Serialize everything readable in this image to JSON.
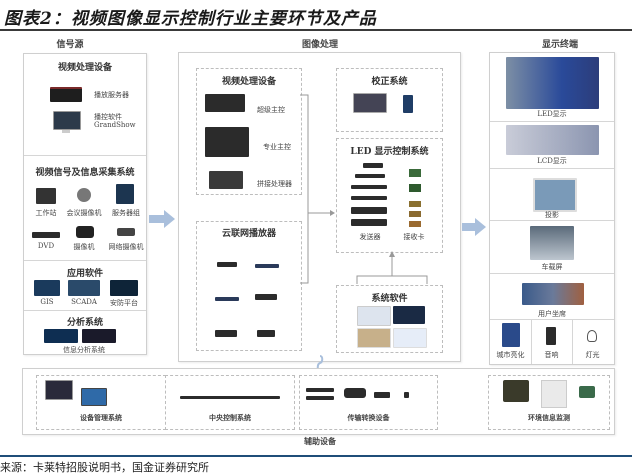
{
  "title": "图表2：视频图像显示控制行业主要环节及产品",
  "source": "来源：卡莱特招股说明书，国金证券研究所",
  "colors": {
    "arrow": "#a9bfdc",
    "bottom_rule": "#1f4e79",
    "frame": "#cfcfcf"
  },
  "signal_source": {
    "header": "信号源",
    "video_processing": {
      "title": "视频处理设备",
      "items": [
        "播放服务器",
        "播控软件",
        "GrandShow"
      ]
    },
    "acquisition": {
      "title": "视频信号及信息采集系统",
      "items": [
        "工作站",
        "会议摄像机",
        "服务器组",
        "DVD",
        "摄像机",
        "网络摄像机"
      ]
    },
    "app_software": {
      "title": "应用软件",
      "items": [
        "GIS",
        "SCADA",
        "安防平台"
      ]
    },
    "analysis": {
      "title": "分析系统",
      "items": [
        "信息分析系统"
      ]
    }
  },
  "image_processing": {
    "header": "图像处理",
    "video_processing": {
      "title": "视频处理设备",
      "items": [
        "超级主控",
        "专业主控",
        "拼接处理器"
      ]
    },
    "cloud_player": {
      "title": "云联网播放器"
    },
    "calibration": {
      "title": "校正系统"
    },
    "led_control": {
      "title": "LED 显示控制系统",
      "items": [
        "发送器",
        "接收卡"
      ]
    },
    "system_software": {
      "title": "系统软件"
    }
  },
  "display_terminal": {
    "header": "显示终端",
    "items": [
      "LED显示",
      "LCD显示",
      "投影",
      "车载屏",
      "用户坐席"
    ],
    "bottom_items": [
      "城市亮化",
      "音响",
      "灯光"
    ]
  },
  "auxiliary": {
    "label": "辅助设备",
    "items": [
      "设备管理系统",
      "中央控制系统",
      "传输转换设备",
      "环境信息监测"
    ]
  }
}
